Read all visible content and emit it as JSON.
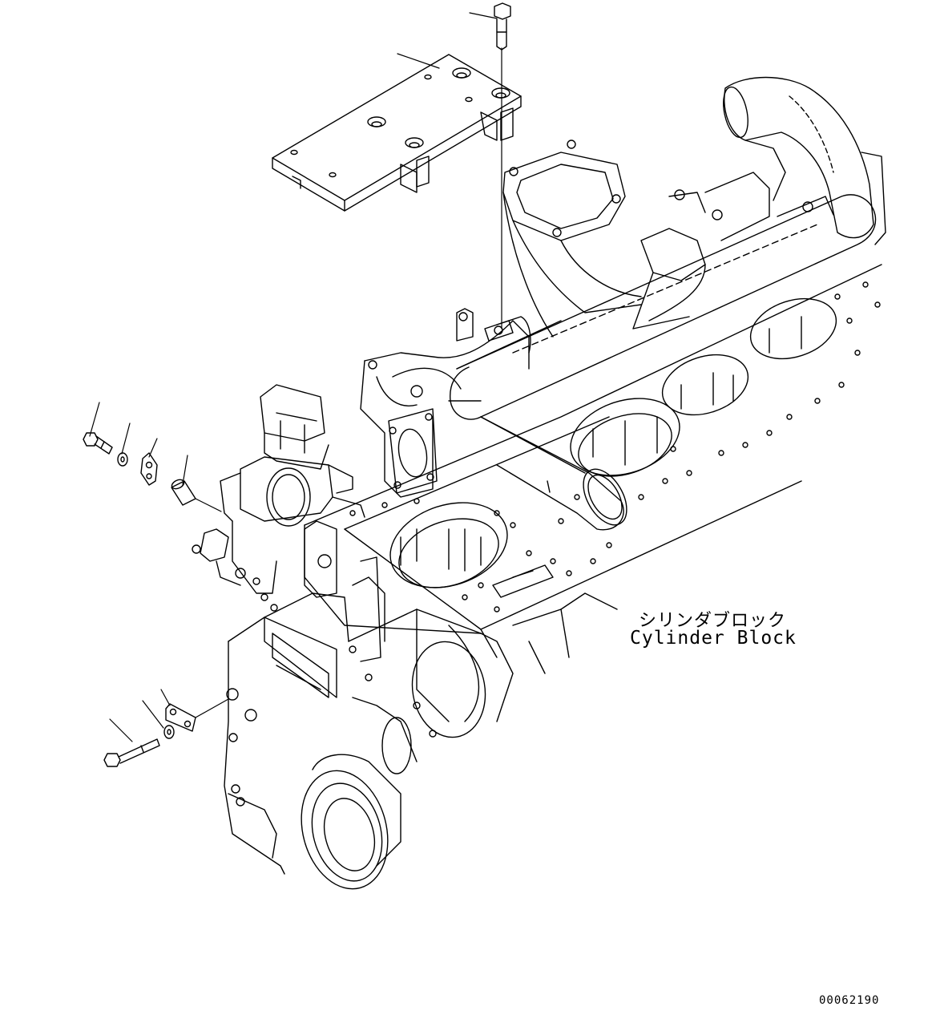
{
  "figure": {
    "callout_japanese": "シリンダブロック",
    "callout_english": "Cylinder Block",
    "drawing_number": "00062190"
  },
  "colors": {
    "line": "#000000",
    "background": "#ffffff"
  },
  "parts": [
    "bracket-plate",
    "plate-bolt",
    "upper-bolt",
    "upper-washer",
    "upper-clip",
    "spacer-sleeve",
    "lower-bolt",
    "lower-washer",
    "lower-clip"
  ]
}
